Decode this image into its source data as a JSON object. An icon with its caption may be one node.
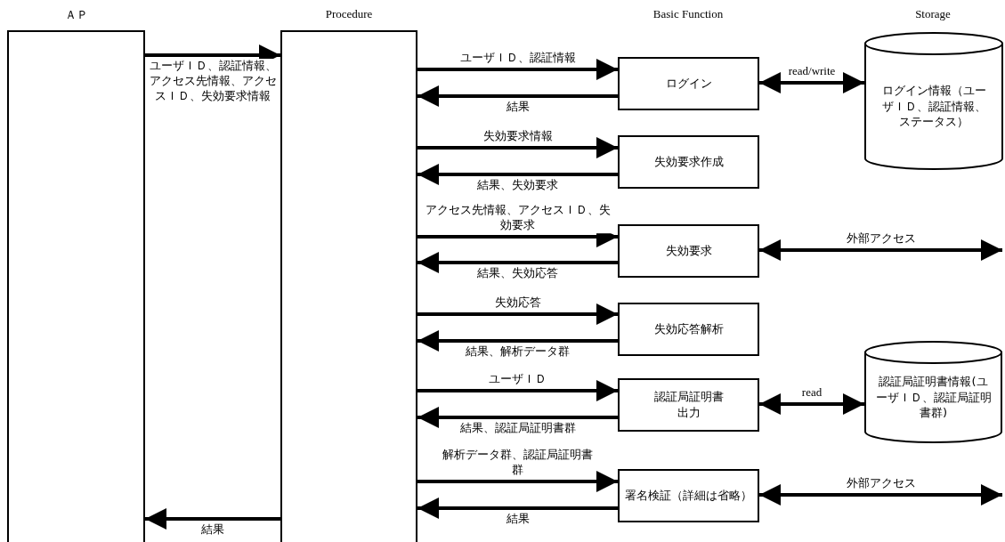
{
  "diagram": {
    "nodes": [
      {
        "text": [
          "ＡＰ"
        ]
      },
      {
        "text": [
          "Procedure"
        ]
      },
      {
        "text": [
          "ログイン"
        ]
      },
      {
        "text": [
          "失効要求作成"
        ]
      },
      {
        "text": [
          "失効要求"
        ]
      },
      {
        "text": [
          "失効応答解析"
        ]
      },
      {
        "text": [
          "認証局証明書出力"
        ]
      },
      {
        "text": [
          "署名検証（詳細は省略）"
        ]
      },
      {
        "text": [
          "ログイン情報（ユーザＩＤ、認証情報、ステータス）"
        ]
      },
      {
        "text": [
          "認証局証明書情報(ユーザＩＤ、認証局証明書群)"
        ]
      }
    ],
    "edges": [
      {
        "from": 0,
        "to": 1,
        "arrow": "to",
        "label": "ユーザＩＤ、認証情報、アクセス先情報、アクセスＩＤ、失効要求情報"
      },
      {
        "from": 1,
        "to": 0,
        "arrow": "to",
        "label": "結果"
      },
      {
        "from": 1,
        "to": 2,
        "arrow": "to",
        "label": "ユーザＩＤ、認証情報"
      },
      {
        "from": 2,
        "to": 1,
        "arrow": "to",
        "label": "結果"
      },
      {
        "from": 1,
        "to": 3,
        "arrow": "to",
        "label": "失効要求情報"
      },
      {
        "from": 3,
        "to": 1,
        "arrow": "to",
        "label": "結果、失効要求"
      },
      {
        "from": 1,
        "to": 4,
        "arrow": "to",
        "label": "アクセス先情報、アクセスＩＤ、失効要求"
      },
      {
        "from": 4,
        "to": 1,
        "arrow": "to",
        "label": "結果、失効応答"
      },
      {
        "from": 1,
        "to": 5,
        "arrow": "to",
        "label": "失効応答"
      },
      {
        "from": 5,
        "to": 1,
        "arrow": "to",
        "label": "結果、解析データ群"
      },
      {
        "from": 1,
        "to": 6,
        "arrow": "to",
        "label": "ユーザＩＤ"
      },
      {
        "from": 6,
        "to": 1,
        "arrow": "to",
        "label": "結果、認証局証明書群"
      },
      {
        "from": 1,
        "to": 7,
        "arrow": "to",
        "label": "解析データ群、認証局証明書群"
      },
      {
        "from": 7,
        "to": 1,
        "arrow": "to",
        "label": "結果"
      },
      {
        "from": 2,
        "to": 8,
        "arrow": "both",
        "label": "read/write"
      },
      {
        "from": 4,
        "to": null,
        "arrow": "both",
        "label": "外部アクセス"
      },
      {
        "from": 6,
        "to": 9,
        "arrow": "both",
        "label": "read"
      },
      {
        "from": 7,
        "to": null,
        "arrow": "both",
        "label": "外部アクセス"
      }
    ],
    "labels": [
      "Basic Function",
      "Storage"
    ]
  }
}
